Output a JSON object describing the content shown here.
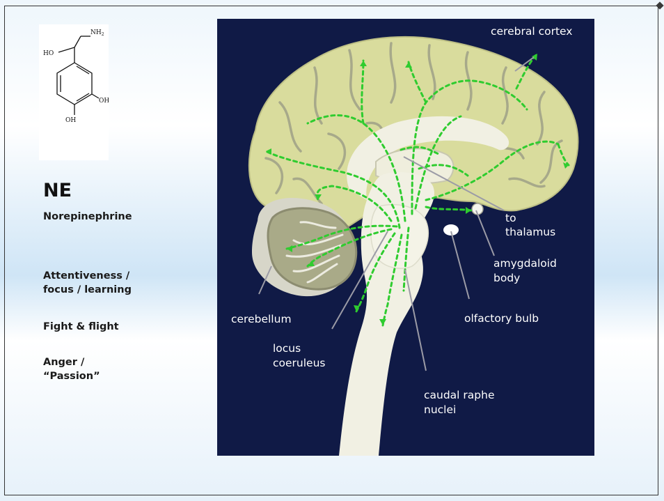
{
  "slide": {
    "abbrev": "NE",
    "name": "Norepinephrine",
    "lines": [
      "Attentiveness /",
      "focus / learning",
      "Fight & flight",
      "Anger /",
      "“Passion”"
    ]
  },
  "molecule": {
    "groups": [
      "NH",
      "2",
      "HO",
      "OH",
      "OH"
    ]
  },
  "diagram": {
    "labels": {
      "cortex": "cerebral cortex",
      "to": "to",
      "thalamus": "thalamus",
      "amygdaloid": "amygdaloid",
      "body": "body",
      "olfactory": "olfactory bulb",
      "cerebellum": "cerebellum",
      "locus": "locus",
      "coeruleus": "coeruleus",
      "caudal": "caudal raphe",
      "nuclei": "nuclei"
    },
    "colors": {
      "background": "#101a46",
      "cortex": "#d9dc9d",
      "cerebellum": "#a9aa88",
      "brainstem": "#f1f0e3",
      "pathway": "#2fcc2f"
    }
  }
}
